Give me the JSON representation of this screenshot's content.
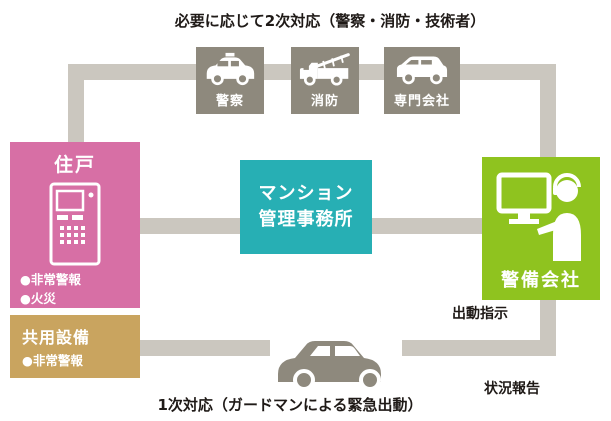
{
  "top_note": "必要に応じて2次対応（警察・消防・技術者）",
  "secondary": {
    "police": {
      "label": "警察",
      "icon": "police-car-icon"
    },
    "fire": {
      "label": "消防",
      "icon": "fire-truck-icon"
    },
    "specialist": {
      "label": "専門会社",
      "icon": "company-car-icon"
    }
  },
  "residence": {
    "title": "住戸",
    "icon": "intercom-icon",
    "items": [
      "●非常警報",
      "●火災"
    ]
  },
  "management": {
    "line1": "マンション",
    "line2": "管理事務所"
  },
  "security": {
    "title": "警備会社",
    "icon": "security-operator-icon"
  },
  "common": {
    "title": "共用設備",
    "items": [
      "●非常警報"
    ]
  },
  "primary_note": "1次対応（ガードマンによる緊急出動）",
  "dispatch_label": "出動指示",
  "report_label": "状況報告",
  "guard_icon": "guard-car-icon",
  "colors": {
    "connector": "#cbc7bf",
    "responder_box": "#8e897d",
    "residence_box": "#d76fa5",
    "management_box": "#27afb4",
    "security_box": "#8fc31f",
    "common_box": "#c9a45f",
    "text": "#1f1a17",
    "icon": "#ffffff"
  }
}
